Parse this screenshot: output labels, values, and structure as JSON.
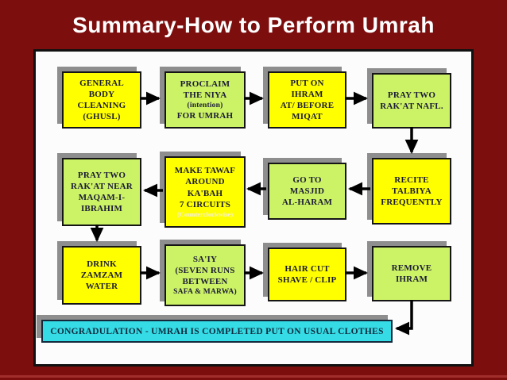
{
  "slide": {
    "title": "Summary-How to Perform Umrah"
  },
  "colors": {
    "background_maroon": "#7d0e0e",
    "panel_white": "#fcfcfc",
    "yellow_box": "#ffff00",
    "green_box": "#ccf266",
    "banner_cyan": "#35dce6",
    "shadow_gray": "#8e8e8e",
    "arrow_black": "#000000",
    "box_text_dark": "#1b1b36",
    "title_white": "#ffffff"
  },
  "flow": {
    "boxes": [
      {
        "name": "ghusl",
        "color": "yellow",
        "lines": [
          "GENERAL",
          "BODY",
          "CLEANING",
          "(GHUSL)"
        ]
      },
      {
        "name": "niya",
        "color": "green",
        "lines": [
          "PROCLAIM",
          "THE NIYA",
          "(intention)",
          "FOR UMRAH"
        ]
      },
      {
        "name": "ihram",
        "color": "yellow",
        "lines": [
          "PUT ON",
          "IHRAM",
          "AT/ BEFORE",
          "MIQAT"
        ]
      },
      {
        "name": "nafl",
        "color": "green",
        "lines": [
          "PRAY TWO",
          "RAK'AT NAFL."
        ]
      },
      {
        "name": "maqam",
        "color": "green",
        "lines": [
          "PRAY TWO",
          "RAK'AT NEAR",
          "MAQAM-I-",
          "IBRAHIM"
        ]
      },
      {
        "name": "tawaf",
        "color": "yellow",
        "lines": [
          "MAKE TAWAF",
          "AROUND",
          "KA'BAH",
          "7 CIRCUITS",
          "(Counterclockwise)"
        ]
      },
      {
        "name": "masjid",
        "color": "green",
        "lines": [
          "GO TO",
          "MASJID",
          "AL-HARAM"
        ]
      },
      {
        "name": "talbiya",
        "color": "yellow",
        "lines": [
          "RECITE",
          "TALBIYA",
          "FREQUENTLY"
        ]
      },
      {
        "name": "zamzam",
        "color": "yellow",
        "lines": [
          "DRINK",
          "ZAMZAM",
          "WATER"
        ]
      },
      {
        "name": "saiy",
        "color": "green",
        "lines": [
          "SA'IY",
          "(SEVEN RUNS",
          "BETWEEN",
          "SAFA & MARWA)"
        ]
      },
      {
        "name": "haircut",
        "color": "yellow",
        "lines": [
          "HAIR CUT",
          "SHAVE / CLIP"
        ]
      },
      {
        "name": "remove-ihram",
        "color": "green",
        "lines": [
          "REMOVE",
          "IHRAM"
        ]
      }
    ],
    "banner_text": "CONGRADULATION - UMRAH IS COMPLETED PUT ON USUAL CLOTHES"
  }
}
